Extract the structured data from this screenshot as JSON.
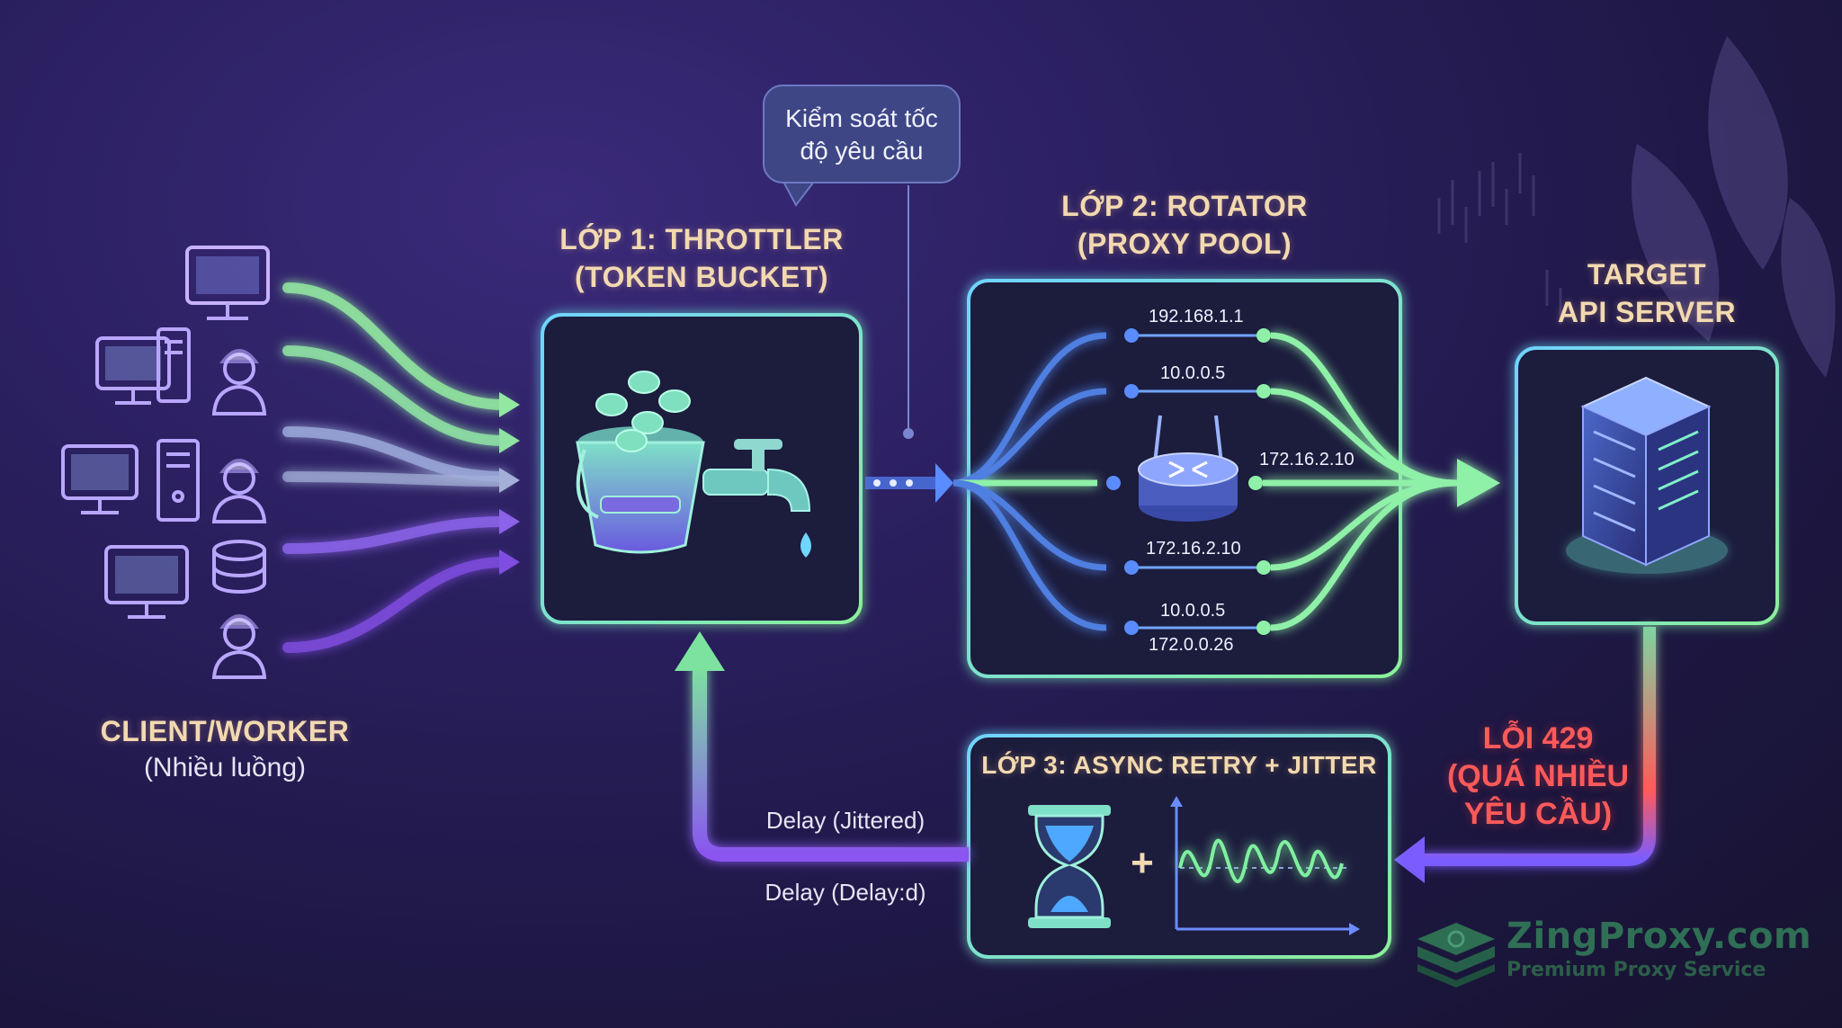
{
  "labels": {
    "client_title": "CLIENT/WORKER",
    "client_sub": "(Nhiều luồng)",
    "throttler_line1": "LỚP 1: THROTTLER",
    "throttler_line2": "(TOKEN BUCKET)",
    "rotator_line1": "LỚP 2: ROTATOR",
    "rotator_line2": "(PROXY POOL)",
    "target_line1": "TARGET",
    "target_line2": "API SERVER",
    "retry_title": "LỚP 3: ASYNC RETRY + JITTER",
    "callout_line1": "Kiểm soát tốc",
    "callout_line2": "độ yêu cầu",
    "error_line1": "LỖI 429",
    "error_line2": "(QUÁ NHIỀU",
    "error_line3": "YÊU CẦU)",
    "delay_jittered": "Delay (Jittered)",
    "delay_d": "Delay (Delay:d)",
    "plus": "+"
  },
  "proxy_pool": {
    "ips": [
      "192.168.1.1",
      "10.0.0.5",
      "172.16.2.10",
      "172.16.2.10",
      "10.0.0.5",
      "172.0.0.26"
    ]
  },
  "brand": {
    "name": "ZingProxy.com",
    "tagline": "Premium Proxy Service"
  },
  "icons": [
    "monitor-icon",
    "desktop-tower-icon",
    "worker-icon",
    "database-icon",
    "bucket-icon",
    "faucet-icon",
    "router-icon",
    "server-icon",
    "hourglass-icon",
    "waveform-icon"
  ],
  "colors": {
    "accent_green": "#7be08a",
    "accent_blue": "#5a8cff",
    "accent_purple": "#8a55f0",
    "error_red": "#ff5a5a",
    "label_cream": "#f3d9b0"
  }
}
